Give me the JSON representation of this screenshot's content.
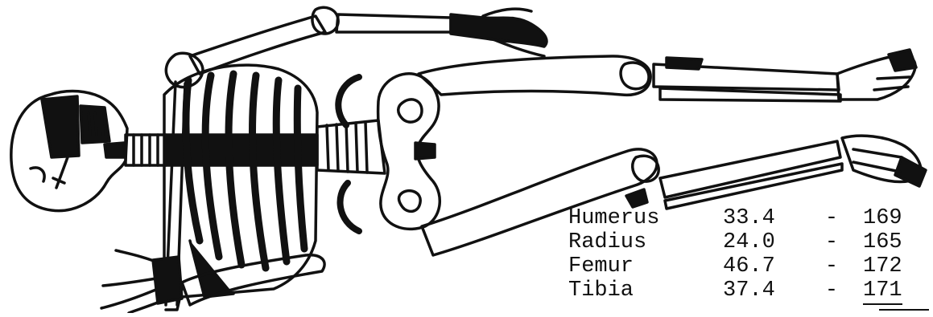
{
  "figure": {
    "measurements": [
      {
        "bone": "Humerus",
        "length": "33.4",
        "separator": "-",
        "stature": "169"
      },
      {
        "bone": "Radius",
        "length": "24.0",
        "separator": "-",
        "stature": "165"
      },
      {
        "bone": "Femur",
        "length": "46.7",
        "separator": "-",
        "stature": "172"
      },
      {
        "bone": "Tibia",
        "length": "37.4",
        "separator": "-",
        "stature": "171"
      }
    ]
  }
}
